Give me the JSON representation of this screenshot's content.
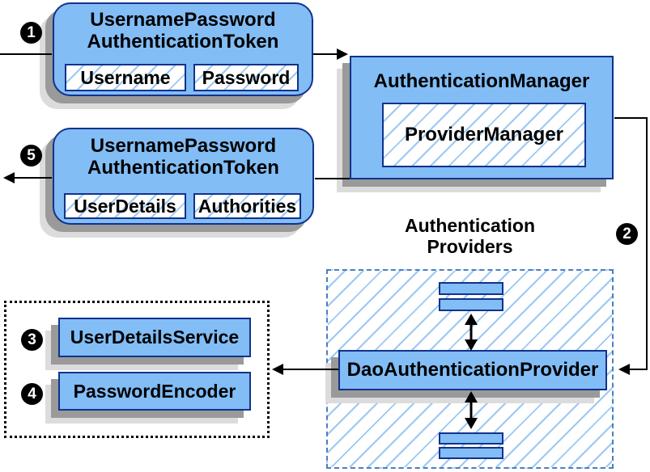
{
  "steps": {
    "one": "1",
    "two": "2",
    "three": "3",
    "four": "4",
    "five": "5"
  },
  "request_token": {
    "title_line1": "UsernamePassword",
    "title_line2": "AuthenticationToken",
    "fields": [
      "Username",
      "Password"
    ]
  },
  "authentication_manager": {
    "title": "AuthenticationManager",
    "inner_box": "ProviderManager"
  },
  "response_token": {
    "title_line1": "UsernamePassword",
    "title_line2": "AuthenticationToken",
    "fields": [
      "UserDetails",
      "Authorities"
    ]
  },
  "authentication_providers": {
    "heading_line1": "Authentication",
    "heading_line2": "Providers",
    "dao_provider": "DaoAuthenticationProvider"
  },
  "dao_dependencies": {
    "items": [
      "UserDetailsService",
      "PasswordEncoder"
    ]
  },
  "colors": {
    "background": "#FFFFFF",
    "text": "#000000",
    "box_fill": "#82BDF6",
    "box_border": "#12328C",
    "hatch_line": "#9CC8F4",
    "dashed_border": "#4A7FC1",
    "dotted_border": "#000000",
    "shadow_dark": "#9A9A9A",
    "shadow_light": "#DCDCDC",
    "connector": "#000000",
    "badge_bg": "#000000",
    "badge_text": "#FFFFFF"
  }
}
